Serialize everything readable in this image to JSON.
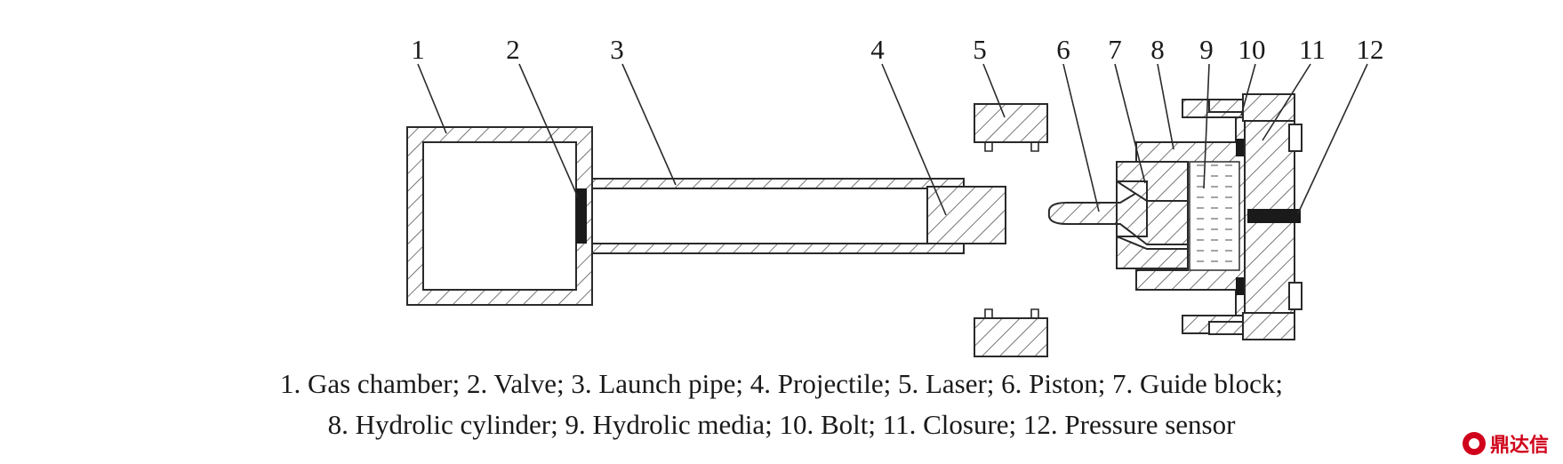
{
  "labels": [
    "1",
    "2",
    "3",
    "4",
    "5",
    "6",
    "7",
    "8",
    "9",
    "10",
    "11",
    "12"
  ],
  "caption": {
    "line1": "1. Gas chamber; 2. Valve; 3. Launch pipe; 4. Projectile; 5. Laser; 6. Piston; 7. Guide block;",
    "line2": "8. Hydrolic cylinder; 9. Hydrolic media; 10. Bolt; 11. Closure; 12. Pressure sensor"
  },
  "watermark": {
    "text": "鼎达信",
    "color": "#d0021b"
  }
}
